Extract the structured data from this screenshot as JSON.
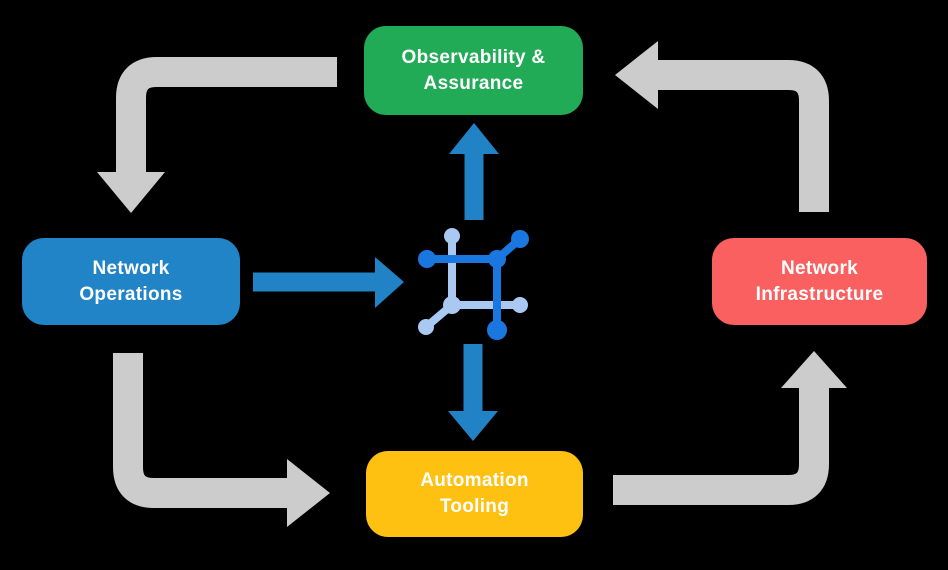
{
  "canvas": {
    "background": "#000000",
    "width": "948",
    "height": "570"
  },
  "colors": {
    "arrow_gray": "#cccccc",
    "arrow_blue": "#2182c5",
    "icon_dark_blue": "#1b77e0",
    "icon_light_blue": "#a9c9f3",
    "label_text": "#ffffff"
  },
  "nodes": {
    "observability": {
      "label": "Observability &\nAssurance",
      "color": "#22ab57"
    },
    "operations": {
      "label": "Network\nOperations",
      "color": "#2184c6"
    },
    "infrastructure": {
      "label": "Network\nInfrastructure",
      "color": "#fa6060"
    },
    "automation": {
      "label": "Automation\nTooling",
      "color": "#fec011"
    }
  },
  "center_icon": "network-automation-icon"
}
